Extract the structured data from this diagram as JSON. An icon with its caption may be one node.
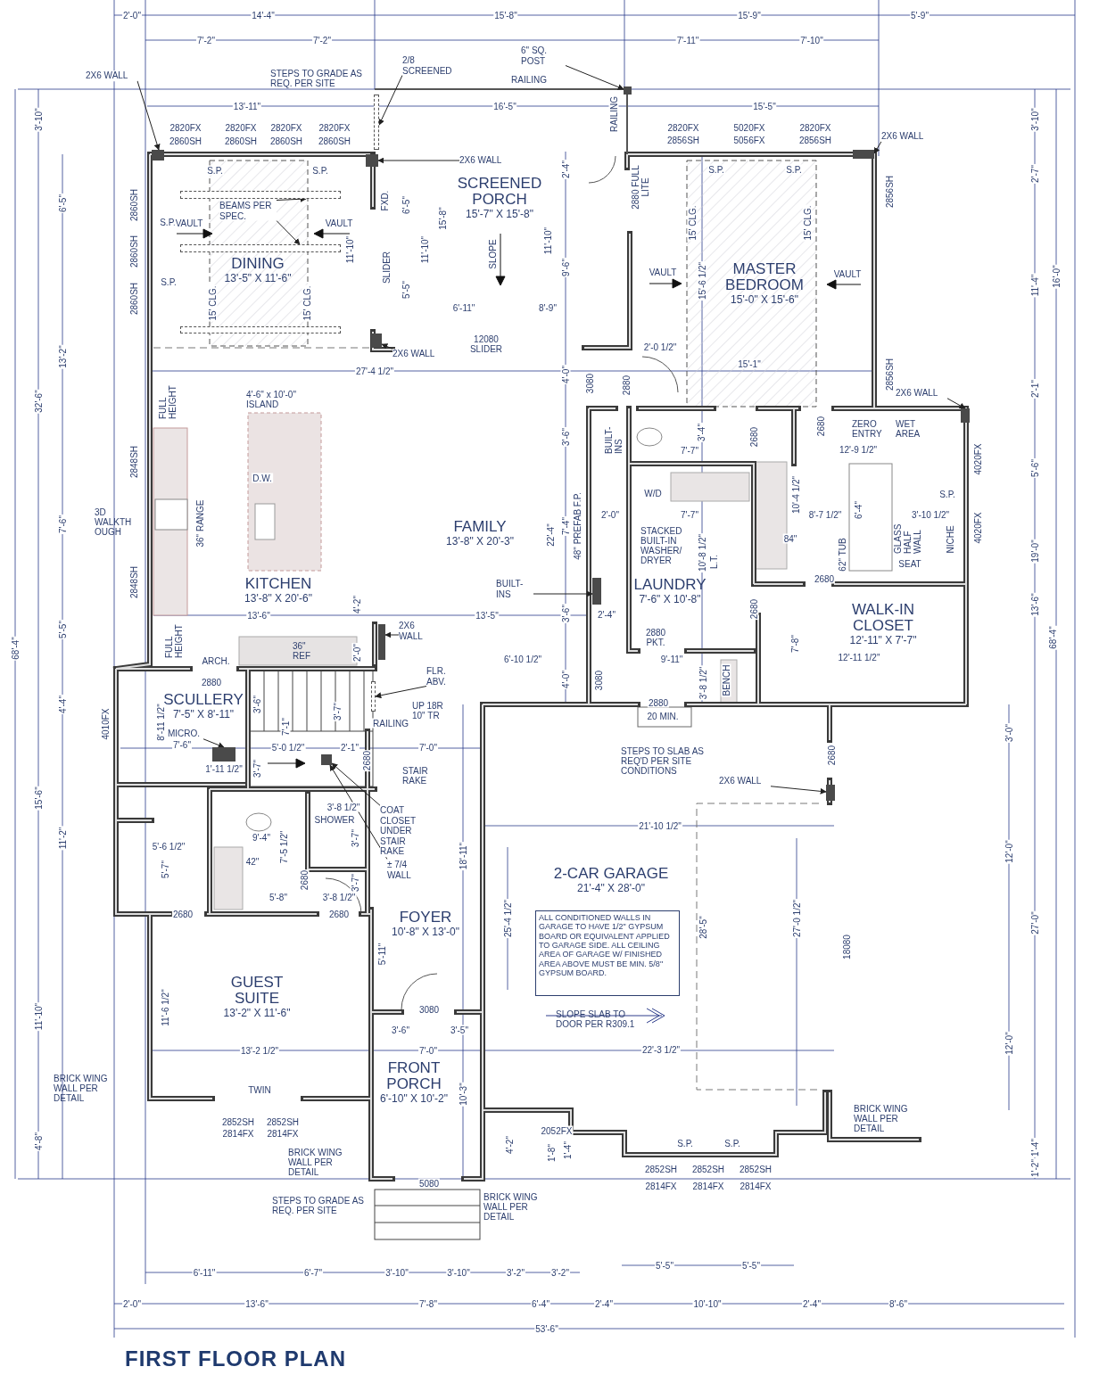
{
  "diagram": {
    "title": "FIRST FLOOR PLAN",
    "nodes": [
      {
        "text": [
          "DINING",
          "13'-5\" X 11'-6\""
        ]
      },
      {
        "text": [
          "SCREENED PORCH",
          "15'-7\" X 15'-8\""
        ]
      },
      {
        "text": [
          "MASTER BEDROOM",
          "15'-0\" X 15'-6\""
        ]
      },
      {
        "text": [
          "KITCHEN",
          "13'-8\" X 20'-6\""
        ]
      },
      {
        "text": [
          "FAMILY",
          "13'-8\" X 20'-3\""
        ]
      },
      {
        "text": [
          "LAUNDRY",
          "7'-6\" X 10'-8\""
        ]
      },
      {
        "text": [
          "WALK-IN CLOSET",
          "12'-11\" X 7'-7\""
        ]
      },
      {
        "text": [
          "SCULLERY",
          "7'-5\" X 8'-11\""
        ]
      },
      {
        "text": [
          "FOYER",
          "10'-8\" X 13'-0\""
        ]
      },
      {
        "text": [
          "GUEST SUITE",
          "13'-2\" X 11'-6\""
        ]
      },
      {
        "text": [
          "FRONT PORCH",
          "6'-10\" X 10'-2\""
        ]
      },
      {
        "text": [
          "2-CAR GARAGE",
          "21'-4\" X 28'-0\""
        ]
      },
      {
        "text": [
          "ALL CONDITIONED WALLS IN GARAGE TO HAVE 1/2\" GYPSUM BOARD OR EQUIVALENT APPLIED TO GARAGE SIDE. ALL CEILING AREA OF GARAGE W/ FINISHED AREA ABOVE MUST BE MIN. 5/8\" GYPSUM BOARD."
        ],
        "in": 11
      },
      {
        "text": [
          "2X6 WALL"
        ]
      },
      {
        "text": [
          "2/8 SCREENED"
        ]
      },
      {
        "text": [
          "6\" SQ. POST"
        ]
      },
      {
        "text": [
          "BEAMS PER SPEC."
        ]
      },
      {
        "text": [
          "2X6 WALL"
        ]
      },
      {
        "text": [
          "2X6 WALL"
        ]
      },
      {
        "text": [
          "2X6 WALL"
        ]
      },
      {
        "text": [
          "2X6 WALL"
        ]
      },
      {
        "text": [
          "BUILT-INS"
        ]
      },
      {
        "text": [
          "MICRO."
        ]
      },
      {
        "text": [
          "FLR. ABV."
        ]
      },
      {
        "text": [
          "COAT CLOSET UNDER STAIR RAKE"
        ]
      },
      {
        "text": [
          "± 7/4 WALL"
        ]
      },
      {
        "text": [
          "2X6 WALL"
        ],
        "in": 11
      },
      {
        "text": [
          "2X6 WALL"
        ]
      },
      {
        "text": [],
        "shape": "box"
      },
      {
        "text": [],
        "shape": "bar"
      },
      {
        "text": [],
        "shape": "box"
      },
      {
        "text": [],
        "shape": "bar"
      },
      {
        "text": [],
        "shape": "bar"
      },
      {
        "text": [],
        "shape": "box"
      },
      {
        "text": [],
        "shape": "box"
      },
      {
        "text": [],
        "shape": "box"
      },
      {
        "text": [],
        "shape": "box"
      },
      {
        "text": [],
        "shape": "box"
      },
      {
        "text": [],
        "shape": "box"
      },
      {
        "text": [],
        "shape": "bar"
      },
      {
        "text": [],
        "shape": "box"
      },
      {
        "text": [],
        "shape": "box"
      },
      {
        "text": [],
        "shape": "box"
      },
      {
        "text": [],
        "shape": "bar"
      }
    ],
    "edges": [
      {
        "from": 13,
        "to": 28,
        "arrow": "to"
      },
      {
        "from": 14,
        "to": 29,
        "arrow": "to"
      },
      {
        "from": 15,
        "to": 30,
        "arrow": "to"
      },
      {
        "from": 16,
        "to": 31,
        "arrow": "to"
      },
      {
        "from": 16,
        "to": 32,
        "arrow": "to"
      },
      {
        "from": 17,
        "to": 33,
        "arrow": "to"
      },
      {
        "from": 18,
        "to": 34,
        "arrow": "to"
      },
      {
        "from": 19,
        "to": 35,
        "arrow": "to"
      },
      {
        "from": 20,
        "to": 36,
        "arrow": "to"
      },
      {
        "from": 21,
        "to": 37,
        "arrow": "to"
      },
      {
        "from": 22,
        "to": 38,
        "arrow": "to"
      },
      {
        "from": 23,
        "to": 39,
        "arrow": "to"
      },
      {
        "from": 24,
        "to": 40,
        "arrow": "to"
      },
      {
        "from": 25,
        "to": 40,
        "arrow": "to"
      },
      {
        "from": 26,
        "to": 41,
        "arrow": "to"
      },
      {
        "from": 27,
        "to": 42,
        "arrow": "to"
      }
    ],
    "labels": [
      "2'-0\"",
      "14'-4\"",
      "15'-8\"",
      "15'-9\"",
      "5'-9\"",
      "7'-2\"",
      "7'-2\"",
      "7'-11\"",
      "7'-10\"",
      "STEPS TO GRADE AS REQ. PER SITE",
      "RAILING",
      "13'-11\"",
      "16'-5\"",
      "15'-5\"",
      "3'-10\"",
      "RAILING",
      "3'-10\"",
      "2820FX",
      "2860SH",
      "2820FX",
      "2860SH",
      "2820FX",
      "2860SH",
      "2820FX",
      "2860SH",
      "2820FX",
      "2856SH",
      "5020FX",
      "5056FX",
      "2820FX",
      "2856SH",
      "S.P.",
      "S.P.",
      "S.P.",
      "S.P.",
      "2'-4\"",
      "2880 FULL LITE",
      "2856SH",
      "2'-7\"",
      "6'-5\"",
      "2860SH",
      "FXD.",
      "6'-5\"",
      "15'-8\"",
      "2860SH",
      "S.P.",
      "VAULT",
      "VAULT",
      "11'-10\"",
      "SLIDER",
      "11'-10\"",
      "SLOPE",
      "11'-10\"",
      "9'-6\"",
      "15' CLG.",
      "15' CLG.",
      "VAULT",
      "VAULT",
      "15'-6 1/2\"",
      "S.P.",
      "11'-4\"",
      "16'-0\"",
      "5'-5\"",
      "2860SH",
      "6'-11\"",
      "8'-9\"",
      "15' CLG.",
      "15' CLG.",
      "2'-0 1/2\"",
      "12080 SLIDER",
      "13'-2\"",
      "27'-4 1/2\"",
      "15'-1\"",
      "2856SH",
      "4'-0\"",
      "3080",
      "2880",
      "2'-1\"",
      "32'-6\"",
      "FULL HEIGHT",
      "4'-6\" x 10'-0\" ISLAND",
      "3'-6\"",
      "BUILT-INS",
      "3'-4\"",
      "2680",
      "2680",
      "ZERO ENTRY",
      "WET AREA",
      "2848SH",
      "7'-7\"",
      "12'-9 1/2\"",
      "4020FX",
      "5'-6\"",
      "D.W.",
      "W/D",
      "S.P.",
      "10'-4 1/2\"",
      "2'-0\"",
      "7'-7\"",
      "8'-7 1/2\"",
      "3'-10 1/2\"",
      "6'-4\"",
      "3D WALKTH OUGH",
      "36\" RANGE",
      "7'-6\"",
      "22'-4\"",
      "7'-4\"",
      "48\" PREFAB F.P.",
      "STACKED BUILT-IN WASHER/ DRYER",
      "84\"",
      "GLASS HALF WALL",
      "NICHE",
      "4020FX",
      "19'-0\"",
      "10'-8 1/2\"",
      "L.T.",
      "62\" TUB",
      "SEAT",
      "2680",
      "2848SH",
      "13'-6\"",
      "4'-2\"",
      "13'-5\"",
      "3'-6\"",
      "2'-4\"",
      "2680",
      "13'-6\"",
      "68'-4\"",
      "5'-5\"",
      "FULL HEIGHT",
      "ARCH.",
      "36\" REF",
      "2'-0\"",
      "6'-10 1/2\"",
      "2880 PKT.",
      "9'-11\"",
      "7'-8\"",
      "12'-11 1/2\"",
      "68'-4\"",
      "2880",
      "4'-0\"",
      "3080",
      "3'-8 1/2\"",
      "BENCH",
      "4'-4\"",
      "4010FX",
      "8'-11 1/2\"",
      "3'-6\"",
      "7'-1\"",
      "3'-7\"",
      "RAILING",
      "UP 18R 10\" TR",
      "2880",
      "20 MIN.",
      "3'-0\"",
      "7'-6\"",
      "1'-11 1/2\"",
      "3'-7\"",
      "5'-0 1/2\"",
      "2'-1\"",
      "2680",
      "STAIR RAKE",
      "7'-0\"",
      "STEPS TO SLAB AS REQ'D PER SITE CONDITIONS",
      "2680",
      "15'-6\"",
      "11'-2\"",
      "5'-7\"",
      "5'-6 1/2\"",
      "42\"",
      "9'-4\"",
      "7'-5 1/2\"",
      "SHOWER",
      "3'-8 1/2\"",
      "3'-7\"",
      "18'-11\"",
      "21'-10 1/2\"",
      "12'-0\"",
      "2680",
      "3'-7\"",
      "5'-8\"",
      "3'-8 1/2\"",
      "2680",
      "2680",
      "5'-11\"",
      "25'-4 1/2\"",
      "28'-5\"",
      "27'-0 1/2\"",
      "18080",
      "27'-0\"",
      "11'-10\"",
      "11'-6 1/2\"",
      "3'-6\"",
      "3080",
      "3'-5\"",
      "SLOPE SLAB TO DOOR PER R309.1",
      "12'-0\"",
      "13'-2 1/2\"",
      "7'-0\"",
      "22'-3 1/2\"",
      "BRICK WING WALL PER DETAIL",
      "TWIN",
      "10'-3\"",
      "BRICK WING WALL PER DETAIL",
      "2852SH",
      "2852SH",
      "2814FX",
      "2814FX",
      "2052FX",
      "4'-8\"",
      "S.P.",
      "S.P.",
      "4'-2\"",
      "1'-8\"",
      "1'-4\"",
      "1'-4\"",
      "1'-2\"",
      "BRICK WING WALL PER DETAIL",
      "2852SH",
      "2852SH",
      "2852SH",
      "5080",
      "2814FX",
      "2814FX",
      "2814FX",
      "STEPS TO GRADE AS REQ. PER SITE",
      "BRICK WING WALL PER DETAIL",
      "5'-5\"",
      "5'-5\"",
      "6'-11\"",
      "6'-7\"",
      "3'-10\"",
      "3'-10\"",
      "3'-2\"",
      "3'-2\"",
      "2'-0\"",
      "13'-6\"",
      "7'-8\"",
      "6'-4\"",
      "2'-4\"",
      "10'-10\"",
      "2'-4\"",
      "8'-6\"",
      "53'-6\""
    ]
  }
}
